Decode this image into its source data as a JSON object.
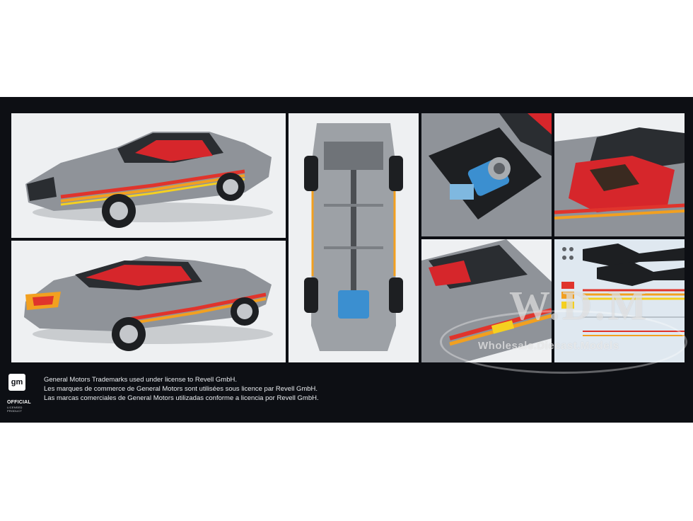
{
  "legal": {
    "line_en": "General Motors Trademarks used under license to Revell GmbH.",
    "line_fr": "Les marques de commerce de General Motors sont utilisées sous licence par Revell GmbH.",
    "line_es": "Las marcas comerciales de General Motors utilizadas conforme a licencia por Revell GmbH."
  },
  "gm_badge": {
    "logo_text": "gm",
    "official_text": "OFFICIAL",
    "licensed_text": "LICENSED PRODUCT"
  },
  "watermark": {
    "main": "W.D.M",
    "sub": "Wholesale.Diecast.Models"
  },
  "colors": {
    "box_background": "#0d0f14",
    "car_body": "#8f9399",
    "interior_red": "#d6262b",
    "stripe_orange": "#f2a020",
    "stripe_red": "#e0342c"
  }
}
